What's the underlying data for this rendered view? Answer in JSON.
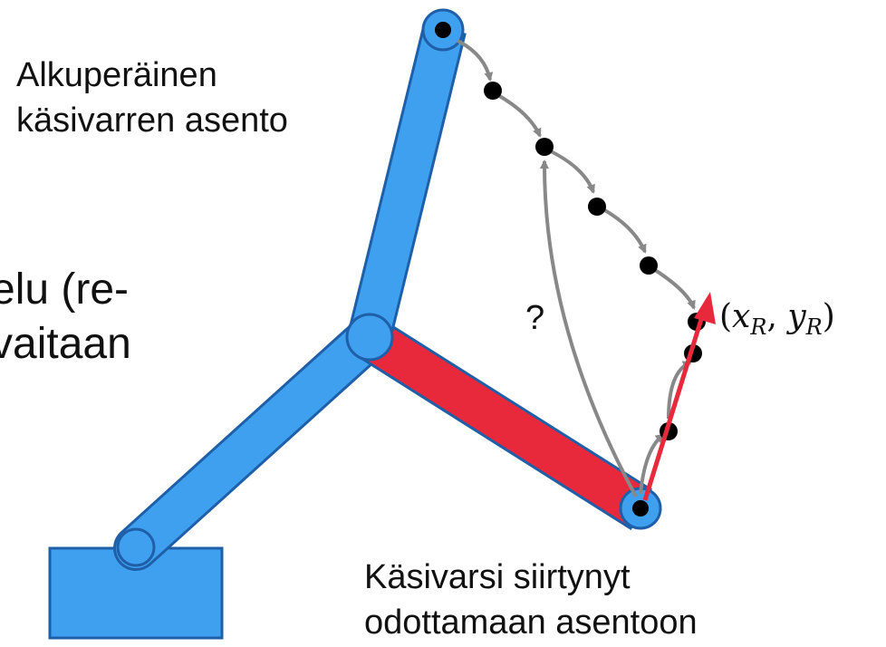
{
  "labels": {
    "original_pose_line1": "Alkuperäinen",
    "original_pose_line2": "käsivarren asento",
    "moved_arm_line1": "Käsivarsi siirtynyt",
    "moved_arm_line2": "odottamaan asentoon",
    "partial_text_line1": "elu (re-",
    "partial_text_line2": "vaitaan",
    "question_mark": "?",
    "target_point": {
      "open": "(",
      "x": "x",
      "x_sub": "R",
      "sep": ", ",
      "y": "y",
      "y_sub": "R",
      "close": ")"
    }
  },
  "colors": {
    "arm_blue": "#3fa0f0",
    "arm_blue_edge": "#1e5fa8",
    "arm_red": "#e8293c",
    "arm_red_edge": "#1e5fa8",
    "path_gray": "#888888",
    "point_black": "#000000",
    "vector_red": "#e8293c"
  },
  "icons": {
    "base": "robot-base-block",
    "joint": "joint-circle",
    "waypoint": "path-waypoint-dot"
  }
}
